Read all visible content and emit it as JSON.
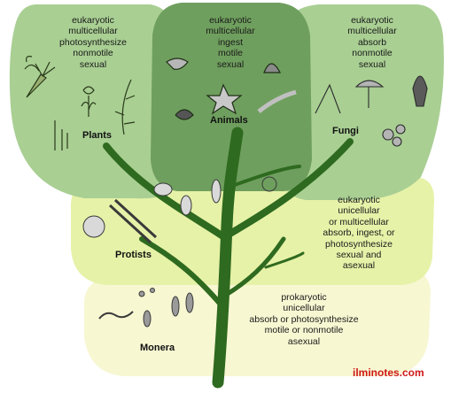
{
  "kingdoms": {
    "plants": {
      "name": "Plants",
      "traits": [
        "eukaryotic",
        "multicellular",
        "photosynthesize",
        "nonmotile",
        "sexual"
      ],
      "color": "#a9cf93"
    },
    "animals": {
      "name": "Animals",
      "traits": [
        "eukaryotic",
        "multicellular",
        "ingest",
        "motile",
        "sexual"
      ],
      "color": "#6f9f5e"
    },
    "fungi": {
      "name": "Fungi",
      "traits": [
        "eukaryotic",
        "multicellular",
        "absorb",
        "nonmotile",
        "sexual"
      ],
      "color": "#a9cf93"
    },
    "protists": {
      "name": "Protists",
      "traits": [
        "eukaryotic",
        "unicellular",
        "or multicellular",
        "absorb, ingest, or",
        "photosynthesize",
        "sexual and",
        "asexual"
      ],
      "color": "#e6f2a8"
    },
    "monera": {
      "name": "Monera",
      "traits": [
        "prokaryotic",
        "unicellular",
        "absorb or photosynthesize",
        "motile or nonmotile",
        "asexual"
      ],
      "color": "#f7f7d2"
    }
  },
  "tree_color": "#2e6a1f",
  "watermark": "ilminotes.com"
}
